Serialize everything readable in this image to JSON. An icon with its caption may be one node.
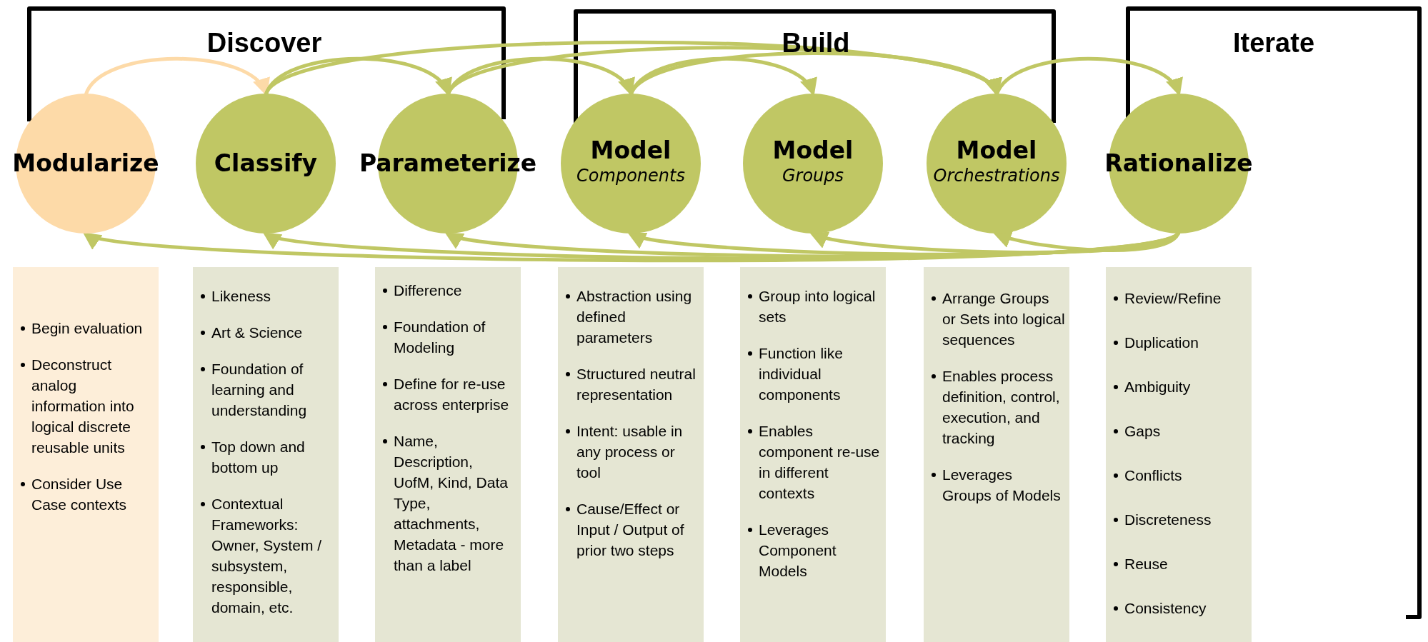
{
  "diagram": {
    "nodes": [
      {
        "text": [
          "Modularize"
        ]
      },
      {
        "text": [
          "Classify"
        ]
      },
      {
        "text": [
          "Parameterize"
        ]
      },
      {
        "text": [
          "Model",
          "Components"
        ]
      },
      {
        "text": [
          "Model",
          "Groups"
        ]
      },
      {
        "text": [
          "Model",
          "Orchestrations"
        ]
      },
      {
        "text": [
          "Rationalize"
        ]
      },
      {
        "text": [
          "Begin evaluation",
          "Deconstruct analog information into logical discrete reusable units",
          "Consider Use Case contexts"
        ]
      },
      {
        "text": [
          "Likeness",
          "Art & Science",
          "Foundation of learning and understanding",
          "Top down and bottom up",
          "Contextual Frameworks: Owner, System / subsystem, responsible, domain, etc."
        ]
      },
      {
        "text": [
          "Difference",
          "Foundation of Modeling",
          "Define for re-use across enterprise",
          "Name, Description, UofM, Kind, Data Type, attachments, Metadata - more than a label"
        ]
      },
      {
        "text": [
          "Abstraction using defined parameters",
          "Structured neutral representation",
          "Intent: usable in any process or tool",
          "Cause/Effect or Input / Output of prior two steps"
        ]
      },
      {
        "text": [
          "Group into logical sets",
          "Function like individual components",
          "Enables component re-use in different contexts",
          "Leverages Component Models"
        ]
      },
      {
        "text": [
          "Arrange Groups or Sets into logical sequences",
          "Enables process definition, control, execution, and tracking",
          "Leverages Groups of Models"
        ]
      },
      {
        "text": [
          "Review/Refine",
          "Duplication",
          "Ambiguity",
          "Gaps",
          "Conflicts",
          "Discreteness",
          "Reuse",
          "Consistency"
        ]
      }
    ],
    "edges": [
      {
        "from": 0,
        "to": 1,
        "arrow": "to",
        "color": "#fddaa8"
      },
      {
        "from": 1,
        "to": 2,
        "arrow": "to"
      },
      {
        "from": 1,
        "to": 5,
        "arrow": "to"
      },
      {
        "from": 2,
        "to": 3,
        "arrow": "to"
      },
      {
        "from": 2,
        "to": 5,
        "arrow": "to"
      },
      {
        "from": 3,
        "to": 4,
        "arrow": "to"
      },
      {
        "from": 3,
        "to": 5,
        "arrow": "to"
      },
      {
        "from": 5,
        "to": 6,
        "arrow": "to"
      },
      {
        "from": 6,
        "to": 0,
        "arrow": "to"
      },
      {
        "from": 6,
        "to": 1,
        "arrow": "to"
      },
      {
        "from": 6,
        "to": 2,
        "arrow": "to"
      },
      {
        "from": 6,
        "to": 3,
        "arrow": "to"
      },
      {
        "from": 6,
        "to": 4,
        "arrow": "to"
      },
      {
        "from": 6,
        "to": 5,
        "arrow": "to"
      }
    ],
    "labels": [
      "Discover",
      "Build",
      "Iterate"
    ]
  }
}
